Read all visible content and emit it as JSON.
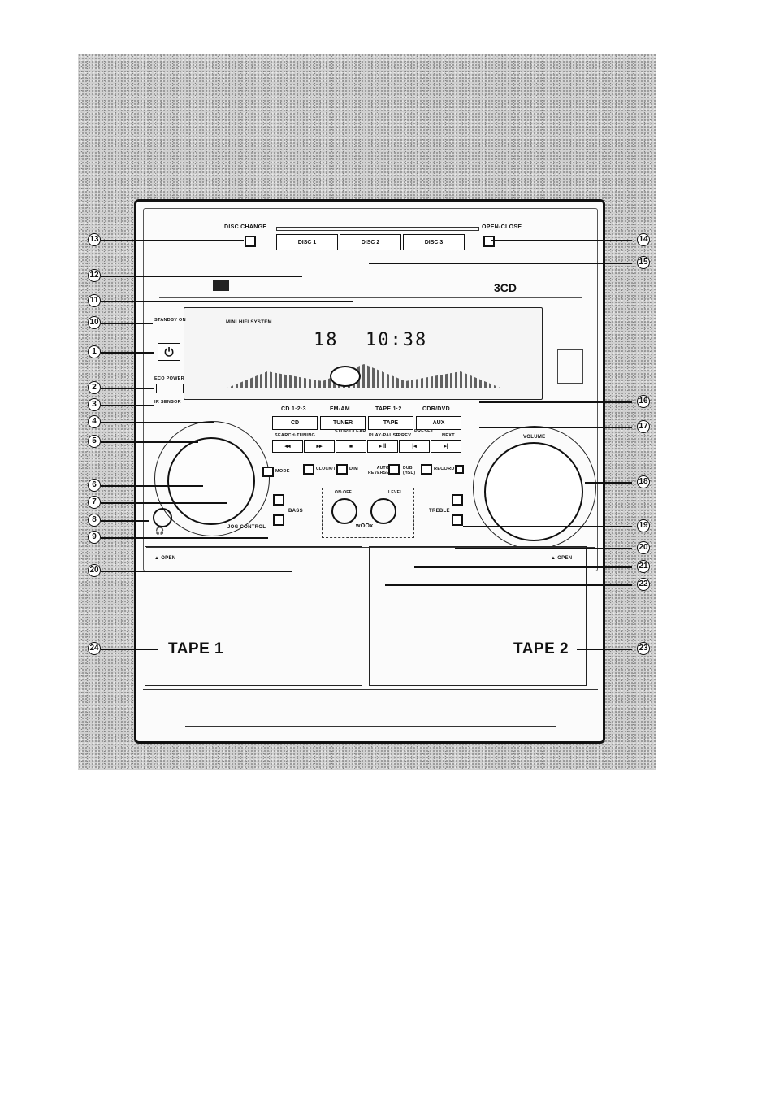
{
  "device": {
    "disc_change": "DISC CHANGE",
    "open_close": "OPEN-CLOSE",
    "discs": [
      "DISC 1",
      "DISC 2",
      "DISC 3"
    ],
    "brand_3cd": "3CD",
    "mini_hifi": "MINI HIFI SYSTEM",
    "standby_on": "STANDBY ON",
    "eco_power": "ECO POWER",
    "ir_sensor": "IR SENSOR",
    "display_left": "18",
    "display_right": "10:38",
    "sources": [
      {
        "top": "CD 1·2·3",
        "label": "CD"
      },
      {
        "top": "FM-AM",
        "label": "TUNER"
      },
      {
        "top": "TAPE 1·2",
        "label": "TAPE"
      },
      {
        "top": "CDR/DVD",
        "label": "AUX"
      }
    ],
    "transport_top": [
      "SEARCH·TUNING",
      "STOP·CLEAR",
      "PLAY·PAUSE",
      "PREV",
      "PRESET",
      "NEXT"
    ],
    "transport_icons": [
      "◂◂",
      "▸▸",
      "■",
      "▸ ‖",
      "|◂",
      "▸|"
    ],
    "mode_buttons": [
      "MODE",
      "CLOCK/TIMER",
      "DIM",
      "AUTO REVERSE",
      "DUB (HSD)",
      "RECORD"
    ],
    "volume": "VOLUME",
    "jog_control": "JOG CONTROL",
    "bass": "BASS",
    "treble": "TREBLE",
    "wooz": "wOOx",
    "wooz_onoff": "ON·OFF",
    "wooz_level": "LEVEL",
    "open_left": "▲ OPEN",
    "open_right": "▲ OPEN",
    "tape1": "TAPE 1",
    "tape2": "TAPE 2"
  },
  "callouts_left": [
    "13",
    "12",
    "11",
    "10",
    "1",
    "2",
    "3",
    "4",
    "5",
    "6",
    "7",
    "8",
    "9",
    "20",
    "24"
  ],
  "callouts_right": [
    "14",
    "15",
    "16",
    "17",
    "18",
    "19",
    "20",
    "21",
    "22",
    "23"
  ]
}
